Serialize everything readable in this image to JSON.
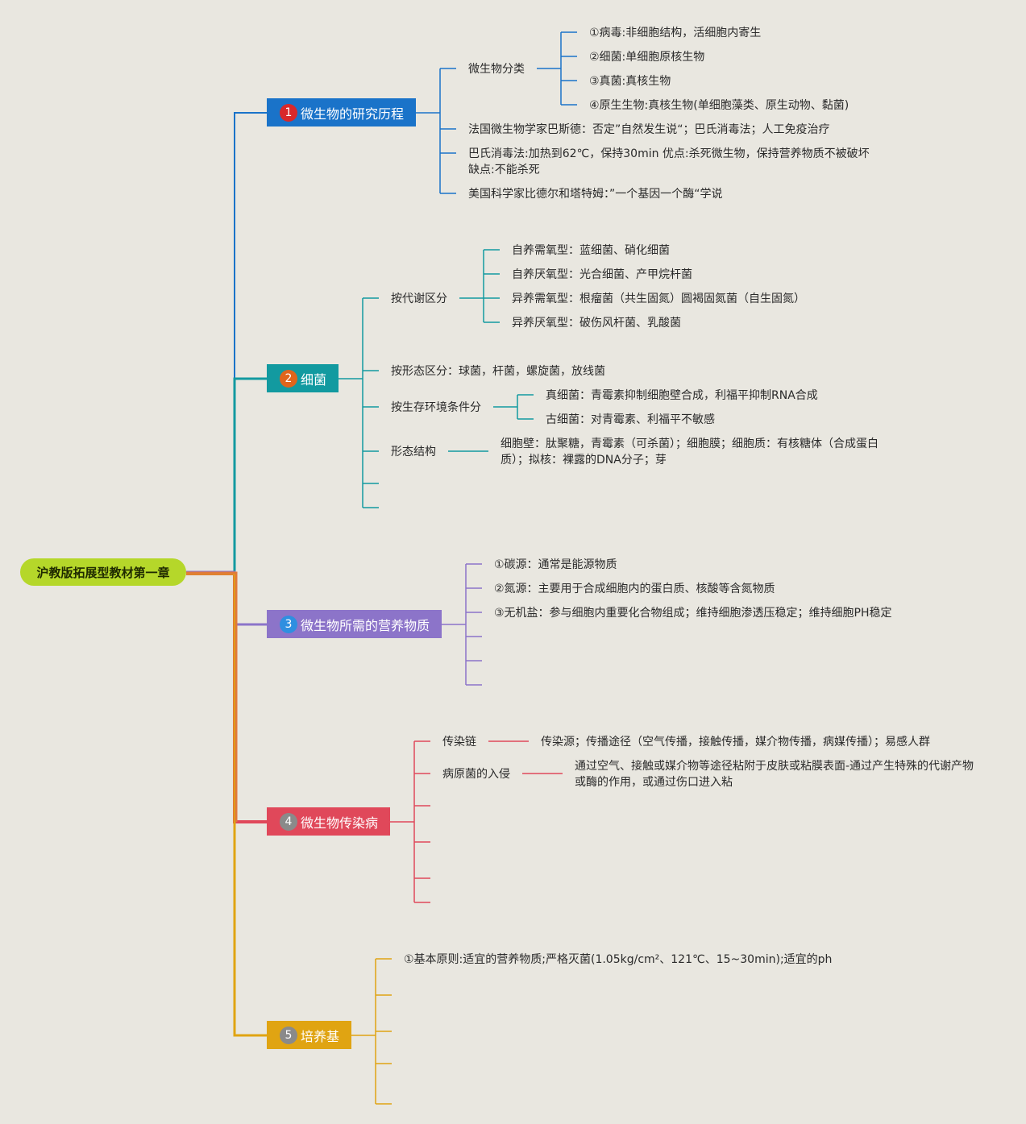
{
  "root": {
    "title": "沪教版拓展型教材第一章"
  },
  "colors": {
    "root": "#b5d72a",
    "b1": "#1a73c9",
    "b2": "#129aa0",
    "b3": "#8c74c9",
    "b4": "#e0485a",
    "b5": "#e0a412"
  },
  "branches": [
    {
      "num": "1",
      "label": "微生物的研究历程",
      "children": [
        {
          "label": "微生物分类",
          "children": [
            "①病毒:非细胞结构，活细胞内寄生",
            "②细菌:单细胞原核生物",
            "③真菌:真核生物",
            "④原生生物:真核生物(单细胞藻类、原生动物、黏菌)"
          ]
        },
        {
          "label": "法国微生物学家巴斯德：否定”自然发生说“；巴氏消毒法；人工免疫治疗"
        },
        {
          "label": "巴氏消毒法:加热到62℃，保持30min 优点:杀死微生物，保持营养物质不被破坏 缺点:不能杀死"
        },
        {
          "label": "美国科学家比德尔和塔特姆：”一个基因一个酶“学说"
        }
      ]
    },
    {
      "num": "2",
      "label": "细菌",
      "children": [
        {
          "label": "按代谢区分",
          "children": [
            "自养需氧型：蓝细菌、硝化细菌",
            "自养厌氧型：光合细菌、产甲烷杆菌",
            "异养需氧型：根瘤菌（共生固氮）圆褐固氮菌（自生固氮）",
            "异养厌氧型：破伤风杆菌、乳酸菌"
          ]
        },
        {
          "label": "按形态区分：球菌，杆菌，螺旋菌，放线菌"
        },
        {
          "label": "按生存环境条件分",
          "children": [
            "真细菌：青霉素抑制细胞壁合成，利福平抑制RNA合成",
            "古细菌：对青霉素、利福平不敏感"
          ]
        },
        {
          "label": "形态结构",
          "children": [
            "细胞壁：肽聚糖，青霉素（可杀菌）；细胞膜；细胞质：有核糖体（合成蛋白质）；拟核：裸露的DNA分子；芽"
          ]
        }
      ]
    },
    {
      "num": "3",
      "label": "微生物所需的营养物质",
      "children": [
        {
          "label": "①碳源：通常是能源物质"
        },
        {
          "label": "②氮源：主要用于合成细胞内的蛋白质、核酸等含氮物质"
        },
        {
          "label": "③无机盐：参与细胞内重要化合物组成；维持细胞渗透压稳定；维持细胞PH稳定"
        }
      ]
    },
    {
      "num": "4",
      "label": "微生物传染病",
      "children": [
        {
          "label": "传染链",
          "children": [
            "传染源；传播途径（空气传播，接触传播，媒介物传播，病媒传播）；易感人群"
          ]
        },
        {
          "label": "病原菌的入侵",
          "children": [
            "通过空气、接触或媒介物等途径粘附于皮肤或粘膜表面-通过产生特殊的代谢产物或酶的作用，或通过伤口进入粘"
          ]
        }
      ]
    },
    {
      "num": "5",
      "label": "培养基",
      "children": [
        {
          "label": "①基本原则:适宜的营养物质;严格灭菌(1.05kg/cm²、121℃、15~30min);适宜的ph"
        }
      ]
    }
  ]
}
